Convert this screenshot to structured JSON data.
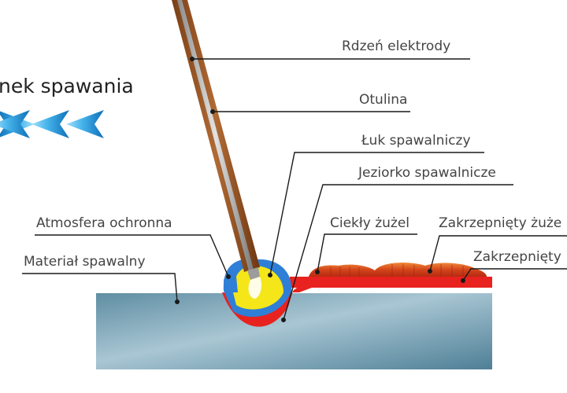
{
  "direction": {
    "title": "nek spawania",
    "arrow_color": "#2a9bd8"
  },
  "labels": {
    "electrode_core": "Rdzeń elektrody",
    "coating": "Otulina",
    "arc": "Łuk spawalniczy",
    "weld_pool": "Jeziorko spawalnicze",
    "shielding_gas": "Atmosfera ochronna",
    "liquid_slag": "Ciekły żużel",
    "solidified_slag": "Zakrzepnięty żuże",
    "solidified_weld": "Zakrzepnięty",
    "base_material": "Materiał spawalny"
  },
  "colors": {
    "plate": "#7aa2b5",
    "electrode_coating": "#9b5a2a",
    "electrode_core": "#b7b7b7",
    "shield_gas": "#2f7fd6",
    "arc": "#f5e61a",
    "weld_pool": "#e8221f",
    "slag": "#e05a1f"
  }
}
